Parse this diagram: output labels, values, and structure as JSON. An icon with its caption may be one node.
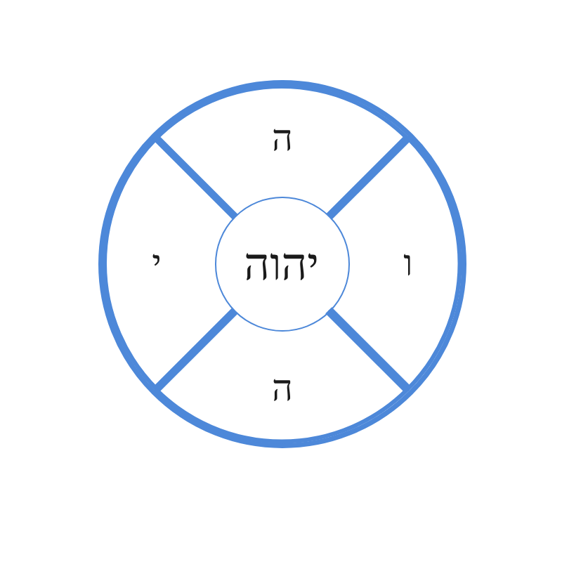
{
  "diagram": {
    "nodes": [
      {
        "text": [],
        "shape": "circle"
      },
      {
        "text": [
          "ה"
        ],
        "in": 0
      },
      {
        "text": [
          "י"
        ],
        "in": 0
      },
      {
        "text": [
          "יהוה"
        ],
        "in": 0
      },
      {
        "text": [
          "ו"
        ],
        "in": 0
      },
      {
        "text": [
          "ה"
        ],
        "in": 0
      }
    ]
  }
}
